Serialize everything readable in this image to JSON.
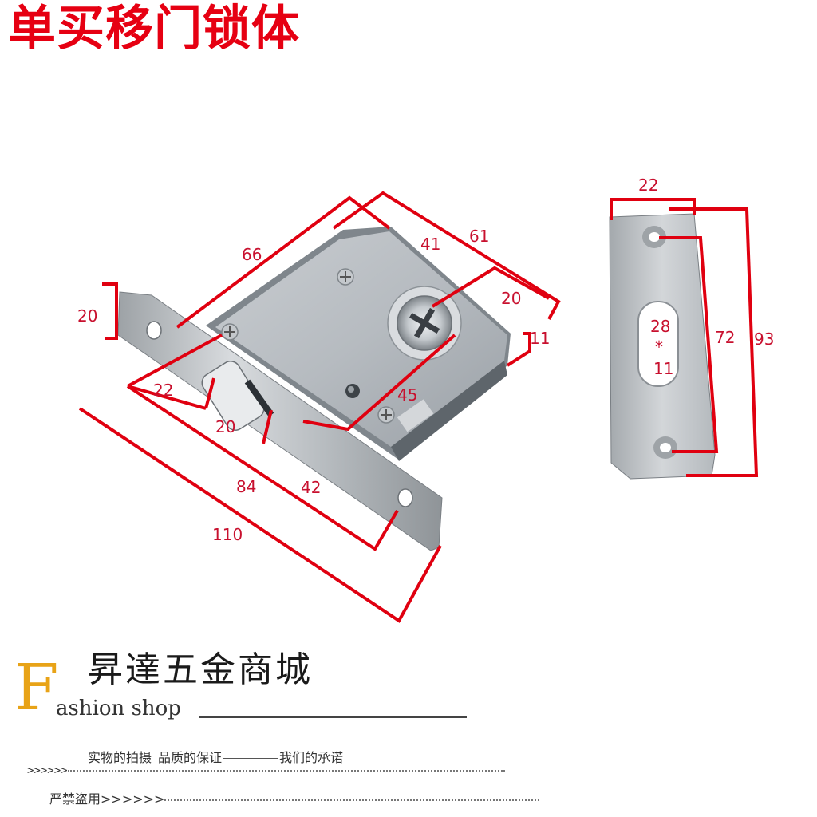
{
  "title": "单买移门锁体",
  "dimensions": {
    "d20_face": "20",
    "d66": "66",
    "d41": "41",
    "d61": "61",
    "d20_hub": "20",
    "d11_side": "11",
    "d45": "45",
    "d22_face": "22",
    "d20_latch": "20",
    "d84": "84",
    "d42": "42",
    "d110": "110",
    "d22_strike": "22",
    "d72": "72",
    "d93": "93",
    "d28": "28",
    "star": "*",
    "d11_slot": "11"
  },
  "brand": {
    "initial": "F",
    "name_cn": "昇達五金商城",
    "name_en": "ashion shop"
  },
  "slogan": {
    "part1": "实物的拍摄",
    "part2": "品质的保证",
    "part3": "我们的承诺",
    "arrows": ">>>>>>",
    "warning": "严禁盗用",
    "warning_arrows": ">>>>>>"
  },
  "colors": {
    "title_red": "#e60012",
    "dimension_red": "#c8102e",
    "brand_orange": "#e8a317"
  }
}
